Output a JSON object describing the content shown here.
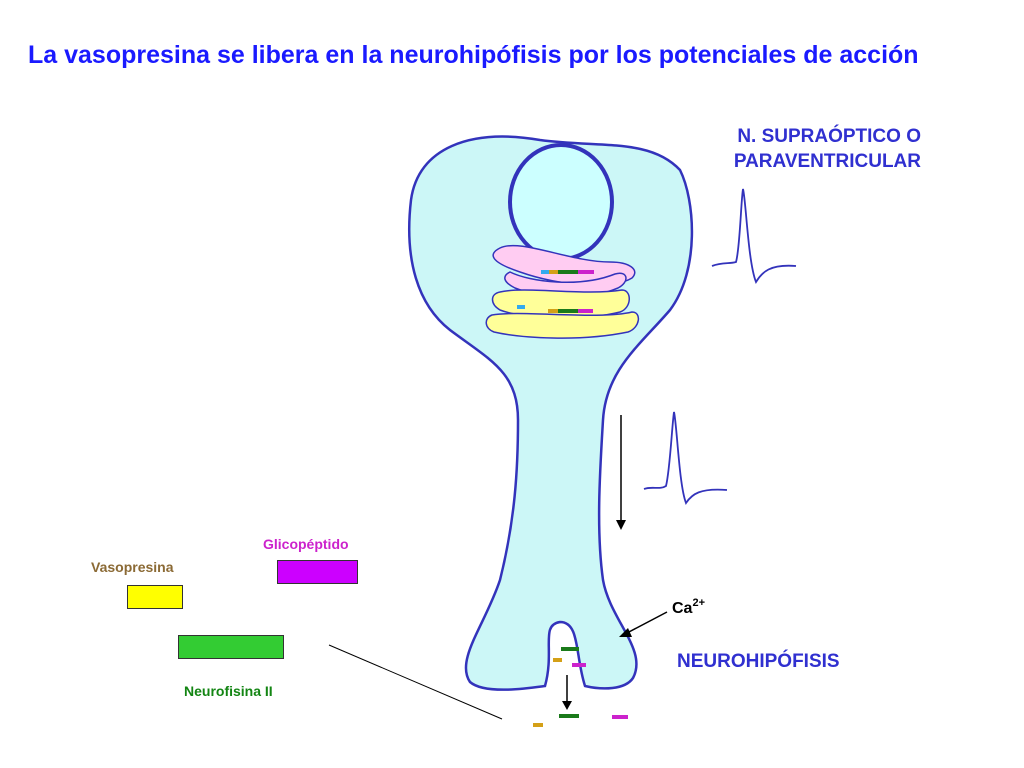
{
  "title": "La vasopresina se libera en la neurohipófisis por los potenciales de acción",
  "labels": {
    "nucleus_line1": "N. SUPRAÓPTICO O",
    "nucleus_line2": "PARAVENTRICULAR",
    "neurohypophysis": "NEUROHIPÓFISIS",
    "calcium": "Ca",
    "calcium_charge": "2+"
  },
  "legend": {
    "vasopressin": {
      "label": "Vasopresina",
      "color": "#ffff00"
    },
    "glycopeptide": {
      "label": "Glicopéptido",
      "color": "#cc00ff"
    },
    "neurophysin": {
      "label": "Neurofisina II",
      "color": "#33cc33"
    }
  },
  "colors": {
    "neuron_outline": "#3333bb",
    "neuron_fill": "#ccf7f7",
    "nucleus_fill": "#ccffff",
    "golgi_pink": "#ffccf2",
    "golgi_yellow": "#ffff99",
    "granule_orange": "#d4a017",
    "granule_green": "#1a7a1a",
    "granule_magenta": "#cc22cc",
    "granule_blue": "#33aaee"
  }
}
